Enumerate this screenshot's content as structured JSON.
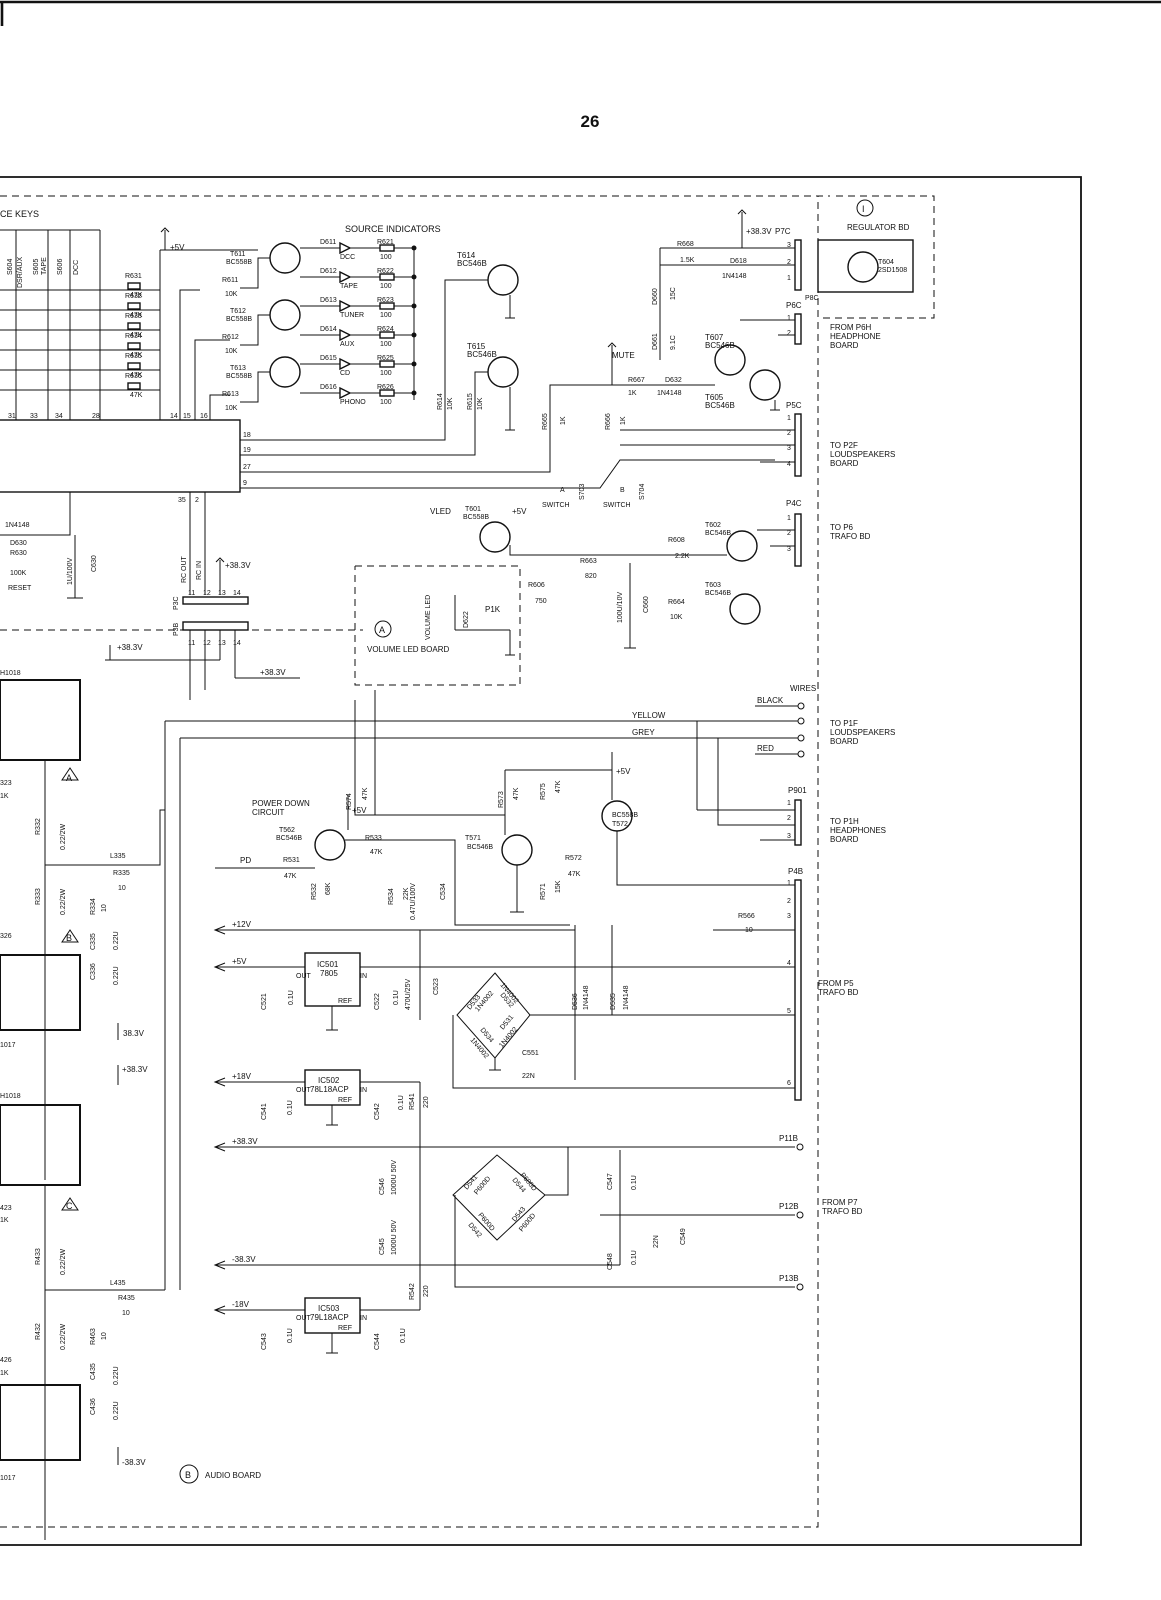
{
  "page_number": "26",
  "labels": {
    "source_keys": "CE KEYS",
    "source_indicators": "SOURCE INDICATORS",
    "key_s604": "S604",
    "key_dsr_aux": "DSR/AUX",
    "key_s605": "S605",
    "key_tape": "TAPE",
    "key_s606": "S606",
    "key_dcc": "DCC",
    "supply_5v": "+5V",
    "supply_38v": "+38.3V",
    "supply_38v_b": "38.3V",
    "supply_neg38v": "-38.3V",
    "regulator_marker": "I",
    "regulator_bd": "REGULATOR BD",
    "t604": "T604",
    "t604_type": "2SD1508",
    "p7c": "P7C",
    "p8c": "P8C",
    "p6c": "P6C",
    "p5c": "P5C",
    "p4c": "P4C",
    "p3c": "P3C",
    "p3b": "P3B",
    "p4b": "P4B",
    "p901": "P901",
    "p11b": "P11B",
    "p12b": "P12B",
    "p13b": "P13B",
    "p1k": "P1K",
    "from_p6h": "FROM P6H",
    "headphone": "HEADPHONE",
    "board": "BOARD",
    "to_p2f": "TO P2F",
    "loudspeakers": "LOUDSPEAKERS",
    "to_p6": "TO P6",
    "trafo_bd": "TRAFO BD",
    "to_p1f": "TO P1F",
    "to_p1h": "TO P1H",
    "headphones": "HEADPHONES",
    "from_p5": "FROM P5",
    "from_p7": "FROM P7",
    "wires": "WIRES",
    "black": "BLACK",
    "yellow": "YELLOW",
    "grey": "GREY",
    "red": "RED",
    "mute": "MUTE",
    "vled": "VLED",
    "switch": "SWITCH",
    "switch_a": "A",
    "switch_b": "B",
    "s703": "S703",
    "s704": "S704",
    "reset": "RESET",
    "rc_out": "RC OUT",
    "rc_in": "RC IN",
    "volume_led_board": "VOLUME LED BOARD",
    "volume_marker": "A",
    "volume_led": "VOLUME LED",
    "audio_board": "AUDIO BOARD",
    "audio_marker": "B",
    "power_down": "POWER DOWN",
    "circuit": "CIRCUIT",
    "pd": "PD",
    "rail_12v": "+12V",
    "rail_5v": "+5V",
    "rail_18v": "+18V",
    "rail_38v": "+38.3V",
    "rail_neg38v": "-38.3V",
    "rail_neg18v": "-18V",
    "ic501": "IC501",
    "ic501_type": "7805",
    "ic502": "IC502",
    "ic502_type": "78L18ACP",
    "ic503": "IC503",
    "ic503_type": "79L18ACP",
    "pin_in": "IN",
    "pin_out": "OUT",
    "pin_ref": "REF",
    "marker_a": "A",
    "marker_b": "B",
    "marker_c": "C",
    "th1018_a": "H1018",
    "th1017_a": "1017",
    "th1018_b": "H1018",
    "th1017_b": "1017"
  },
  "indicator_channels": [
    {
      "diode": "D611",
      "name": "DCC",
      "resistor": "R621",
      "value": "100"
    },
    {
      "diode": "D612",
      "name": "TAPE",
      "resistor": "R622",
      "value": "100"
    },
    {
      "diode": "D613",
      "name": "TUNER",
      "resistor": "R623",
      "value": "100"
    },
    {
      "diode": "D614",
      "name": "AUX",
      "resistor": "R624",
      "value": "100"
    },
    {
      "diode": "D615",
      "name": "CD",
      "resistor": "R625",
      "value": "100"
    },
    {
      "diode": "D616",
      "name": "PHONO",
      "resistor": "R626",
      "value": "100"
    }
  ],
  "key_resistors": [
    {
      "name": "R631",
      "value": "47K"
    },
    {
      "name": "R632",
      "value": "47K"
    },
    {
      "name": "R633",
      "value": "47K"
    },
    {
      "name": "R634",
      "value": "47K"
    },
    {
      "name": "R635",
      "value": "47K"
    },
    {
      "name": "R636",
      "value": "47K"
    }
  ],
  "ic_pins_top": [
    "31",
    "33",
    "34",
    "28",
    "14",
    "15",
    "16"
  ],
  "ic_pins_right": [
    "18",
    "19",
    "27",
    "9"
  ],
  "ic_pins_bottom": [
    "35",
    "2"
  ],
  "connector_pins": {
    "p3c": [
      "11",
      "12",
      "13",
      "14"
    ],
    "p3b": [
      "11",
      "12",
      "13",
      "14"
    ],
    "p7c": [
      "3",
      "2",
      "1"
    ],
    "p6c": [
      "1",
      "2"
    ],
    "p5c": [
      "1",
      "2",
      "3",
      "4"
    ],
    "p4c": [
      "1",
      "2",
      "3"
    ],
    "p901": [
      "1",
      "2",
      "3"
    ],
    "p4b": [
      "1",
      "2",
      "3",
      "4",
      "5",
      "6"
    ]
  },
  "components": {
    "t611": {
      "name": "T611",
      "type": "BC558B"
    },
    "t612": {
      "name": "T612",
      "type": "BC558B"
    },
    "t613": {
      "name": "T613",
      "type": "BC558B"
    },
    "t614": {
      "name": "T614",
      "type": "BC546B"
    },
    "t615": {
      "name": "T615",
      "type": "BC546B"
    },
    "r611": {
      "name": "R611",
      "value": "10K"
    },
    "r612": {
      "name": "R612",
      "value": "10K"
    },
    "r613": {
      "name": "R613",
      "value": "10K"
    },
    "r614": {
      "name": "R614",
      "value": "10K"
    },
    "r615": {
      "name": "R615",
      "value": "10K"
    },
    "r668": {
      "name": "R668",
      "value": "1.5K"
    },
    "d618": {
      "name": "D618",
      "value": "1N4148"
    },
    "d660": {
      "name": "D660",
      "value": "15C"
    },
    "d661": {
      "name": "D661",
      "value": "9.1C"
    },
    "t607": {
      "name": "T607",
      "type": "BC546B"
    },
    "t605": {
      "name": "T605",
      "type": "BC546B"
    },
    "r667": {
      "name": "R667",
      "value": "1K"
    },
    "d632": {
      "name": "D632",
      "value": "1N4148"
    },
    "r665": {
      "name": "R665",
      "value": "1K"
    },
    "r666": {
      "name": "R666",
      "value": "1K"
    },
    "t601": {
      "name": "T601",
      "type": "BC558B"
    },
    "t602": {
      "name": "T602",
      "type": "BC546B"
    },
    "t603": {
      "name": "T603",
      "type": "BC546B"
    },
    "r608": {
      "name": "R608",
      "value": "2.2K"
    },
    "r663": {
      "name": "R663",
      "value": "820"
    },
    "r606": {
      "name": "R606",
      "value": "750"
    },
    "c660": {
      "name": "C660",
      "value": "100U/10V"
    },
    "r664": {
      "name": "R664",
      "value": "10K"
    },
    "d622": {
      "name": "D622",
      "value": ""
    },
    "d630": {
      "name": "D630",
      "value": "1N4148"
    },
    "r630": {
      "name": "R630",
      "value": "100K"
    },
    "c630": {
      "name": "C630",
      "value": "1U/100V"
    },
    "r574": {
      "name": "R574",
      "value": "47K"
    },
    "r573": {
      "name": "R573",
      "value": "47K"
    },
    "r575": {
      "name": "R575",
      "value": "47K"
    },
    "t572": {
      "name": "T572",
      "type": "BC558B"
    },
    "t571": {
      "name": "T571",
      "type": "BC546B"
    },
    "r572": {
      "name": "R572",
      "value": "47K"
    },
    "r571": {
      "name": "R571",
      "value": "15K"
    },
    "t562": {
      "name": "T562",
      "type": "BC546B"
    },
    "r533": {
      "name": "R533",
      "value": "47K"
    },
    "r531": {
      "name": "R531",
      "value": "47K"
    },
    "r532": {
      "name": "R532",
      "value": "68K"
    },
    "r534": {
      "name": "R534",
      "value": "22K"
    },
    "c534": {
      "name": "C534",
      "value": "0.47U/100V"
    },
    "r566": {
      "name": "R566",
      "value": "10"
    },
    "c521": {
      "name": "C521",
      "value": "0.1U"
    },
    "c522": {
      "name": "C522",
      "value": "0.1U"
    },
    "c523": {
      "name": "C523",
      "value": "470U/25V"
    },
    "d533": {
      "name": "D533",
      "value": "1N4002"
    },
    "d532": {
      "name": "D532",
      "value": "1N4002"
    },
    "d534": {
      "name": "D534",
      "value": "1N4002"
    },
    "d531": {
      "name": "D531",
      "value": "1N4002"
    },
    "d536": {
      "name": "D536",
      "value": "1N4148"
    },
    "d535": {
      "name": "D535",
      "value": "1N4148"
    },
    "c551": {
      "name": "C551",
      "value": "22N"
    },
    "c541": {
      "name": "C541",
      "value": "0.1U"
    },
    "c542": {
      "name": "C542",
      "value": "0.1U"
    },
    "r541": {
      "name": "R541",
      "value": "220"
    },
    "c546": {
      "name": "C546",
      "value": "1000U 50V"
    },
    "c545": {
      "name": "C545",
      "value": "1000U 50V"
    },
    "d541": {
      "name": "D541",
      "value": "P600D"
    },
    "d544": {
      "name": "D544",
      "value": "P600D"
    },
    "d542": {
      "name": "D542",
      "value": "P600D"
    },
    "d543": {
      "name": "D543",
      "value": "P600D"
    },
    "c547": {
      "name": "C547",
      "value": "0.1U"
    },
    "c548": {
      "name": "C548",
      "value": "0.1U"
    },
    "c549": {
      "name": "C549",
      "value": "22N"
    },
    "r542": {
      "name": "R542",
      "value": "220"
    },
    "c543": {
      "name": "C543",
      "value": "0.1U"
    },
    "c544": {
      "name": "C544",
      "value": "0.1U"
    },
    "r323": {
      "name": "323",
      "value": "1K"
    },
    "r332": {
      "name": "R332",
      "value": "0.22/2W"
    },
    "l335": {
      "name": "L335",
      "value": ""
    },
    "r335": {
      "name": "R335",
      "value": "10"
    },
    "r333": {
      "name": "R333",
      "value": "0.22/2W"
    },
    "r334": {
      "name": "R334",
      "value": "10"
    },
    "c335": {
      "name": "C335",
      "value": "0.22U"
    },
    "c336": {
      "name": "C336",
      "value": "0.22U"
    },
    "r326": {
      "name": "326",
      "value": ""
    },
    "r423": {
      "name": "423",
      "value": "1K"
    },
    "r433": {
      "name": "R433",
      "value": "0.22/2W"
    },
    "l435": {
      "name": "L435",
      "value": ""
    },
    "r435": {
      "name": "R435",
      "value": "10"
    },
    "r432": {
      "name": "R432",
      "value": "0.22/2W"
    },
    "r463": {
      "name": "R463",
      "value": "10"
    },
    "c435": {
      "name": "C435",
      "value": "0.22U"
    },
    "c436": {
      "name": "C436",
      "value": "0.22U"
    },
    "r426": {
      "name": "426",
      "value": "1K"
    }
  }
}
